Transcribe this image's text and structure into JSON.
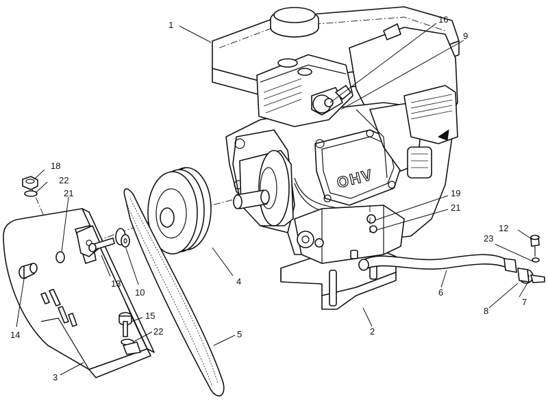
{
  "diagram": {
    "engine_badge": "OHV",
    "callouts": [
      {
        "id": "c1",
        "label": "1"
      },
      {
        "id": "c16",
        "label": "16"
      },
      {
        "id": "c9",
        "label": "9"
      },
      {
        "id": "c18",
        "label": "18"
      },
      {
        "id": "c22a",
        "label": "22"
      },
      {
        "id": "c21a",
        "label": "21"
      },
      {
        "id": "c19",
        "label": "19"
      },
      {
        "id": "c21b",
        "label": "21"
      },
      {
        "id": "c12",
        "label": "12"
      },
      {
        "id": "c23",
        "label": "23"
      },
      {
        "id": "c13",
        "label": "13"
      },
      {
        "id": "c10",
        "label": "10"
      },
      {
        "id": "c4",
        "label": "4"
      },
      {
        "id": "c14",
        "label": "14"
      },
      {
        "id": "c15",
        "label": "15"
      },
      {
        "id": "c22b",
        "label": "22"
      },
      {
        "id": "c5",
        "label": "5"
      },
      {
        "id": "c3",
        "label": "3"
      },
      {
        "id": "c2",
        "label": "2"
      },
      {
        "id": "c6",
        "label": "6"
      },
      {
        "id": "c8",
        "label": "8"
      },
      {
        "id": "c7",
        "label": "7"
      }
    ]
  }
}
